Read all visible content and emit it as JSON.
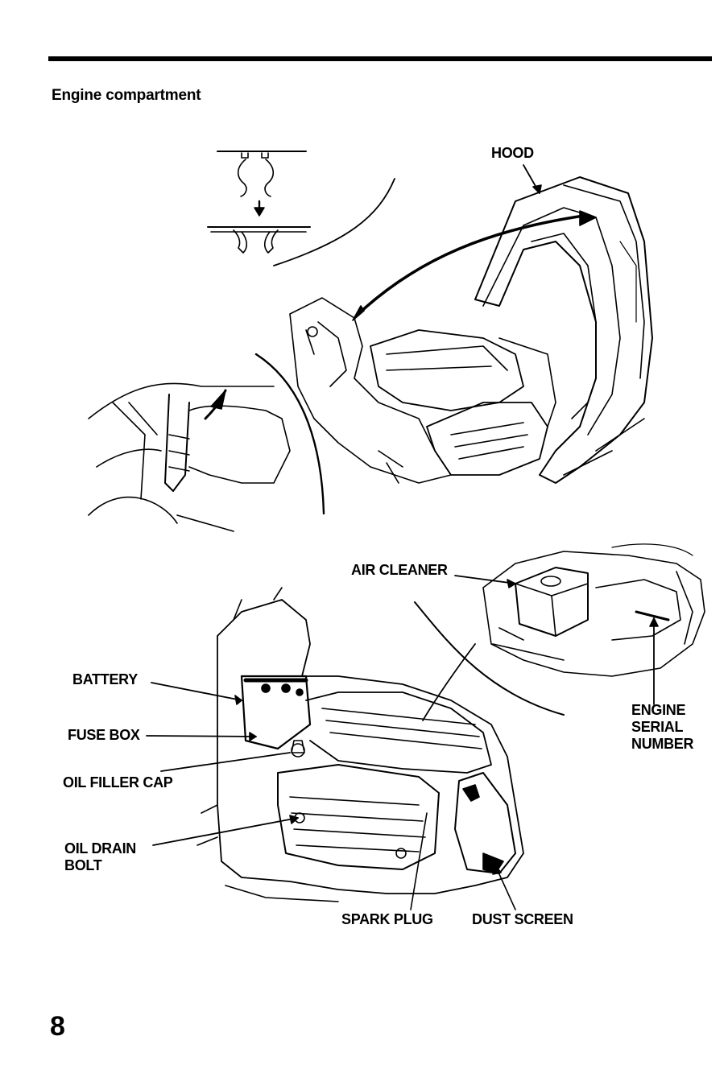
{
  "page": {
    "heading": "Engine compartment",
    "page_number": "8"
  },
  "figure_top": {
    "labels": {
      "hood": "HOOD"
    }
  },
  "figure_bottom": {
    "labels": {
      "air_cleaner": "AIR CLEANER",
      "battery": "BATTERY",
      "fuse_box": "FUSE BOX",
      "oil_filler_cap": "OIL FILLER CAP",
      "oil_drain_bolt_1": "OIL DRAIN",
      "oil_drain_bolt_2": "BOLT",
      "engine_serial_1": "ENGINE",
      "engine_serial_2": "SERIAL",
      "engine_serial_3": "NUMBER",
      "spark_plug": "SPARK PLUG",
      "dust_screen": "DUST SCREEN"
    }
  }
}
